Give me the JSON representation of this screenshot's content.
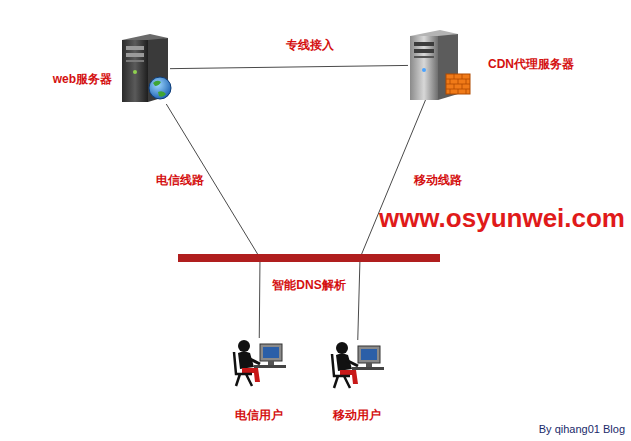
{
  "diagram": {
    "nodes": [
      {
        "text": [
          "web服务器"
        ]
      },
      {
        "text": [
          "CDN代理服务器"
        ]
      },
      {
        "text": [
          "智能DNS解析"
        ]
      },
      {
        "text": [
          "电信用户"
        ]
      },
      {
        "text": [
          "移动用户"
        ]
      }
    ],
    "edges": [
      {
        "from": 0,
        "to": 1,
        "label": "专线接入",
        "arrow": "none"
      },
      {
        "from": 0,
        "to": 2,
        "label": "电信线路",
        "arrow": "none"
      },
      {
        "from": 1,
        "to": 2,
        "label": "移动线路",
        "arrow": "none"
      },
      {
        "from": 2,
        "to": 3,
        "arrow": "none"
      },
      {
        "from": 2,
        "to": 4,
        "arrow": "none"
      }
    ],
    "labels": [
      "www.osyunwei.com",
      "By qihang01 Blog"
    ]
  }
}
